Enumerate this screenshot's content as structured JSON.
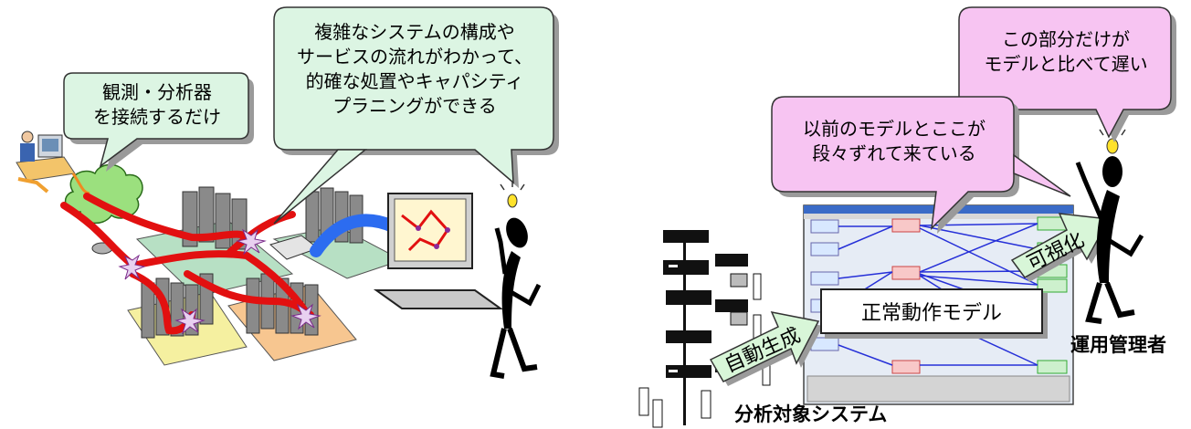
{
  "left": {
    "bubble_connect": [
      "観測・分析器",
      "を接続するだけ"
    ],
    "bubble_insight": [
      "複雑なシステムの構成や",
      "サービスの流れがわかって、",
      "的確な処置やキャパシティ",
      "プラニングができる"
    ]
  },
  "right": {
    "bubble_slow": [
      "この部分だけが",
      "モデルと比べて遅い"
    ],
    "bubble_drift": [
      "以前のモデルとここが",
      "段々ずれて来ている"
    ],
    "model_label": "正常動作モデル",
    "arrow_generate": "自動生成",
    "arrow_visualize": "可視化",
    "label_system": "分析対象システム",
    "label_admin": "運用管理者"
  },
  "colors": {
    "bubble_green": "#dcf5e3",
    "bubble_pink": "#f7c4f2",
    "arrow_green": "#d8f6d8",
    "flow_red": "#e21010",
    "flow_blue": "#2c6cf0"
  }
}
